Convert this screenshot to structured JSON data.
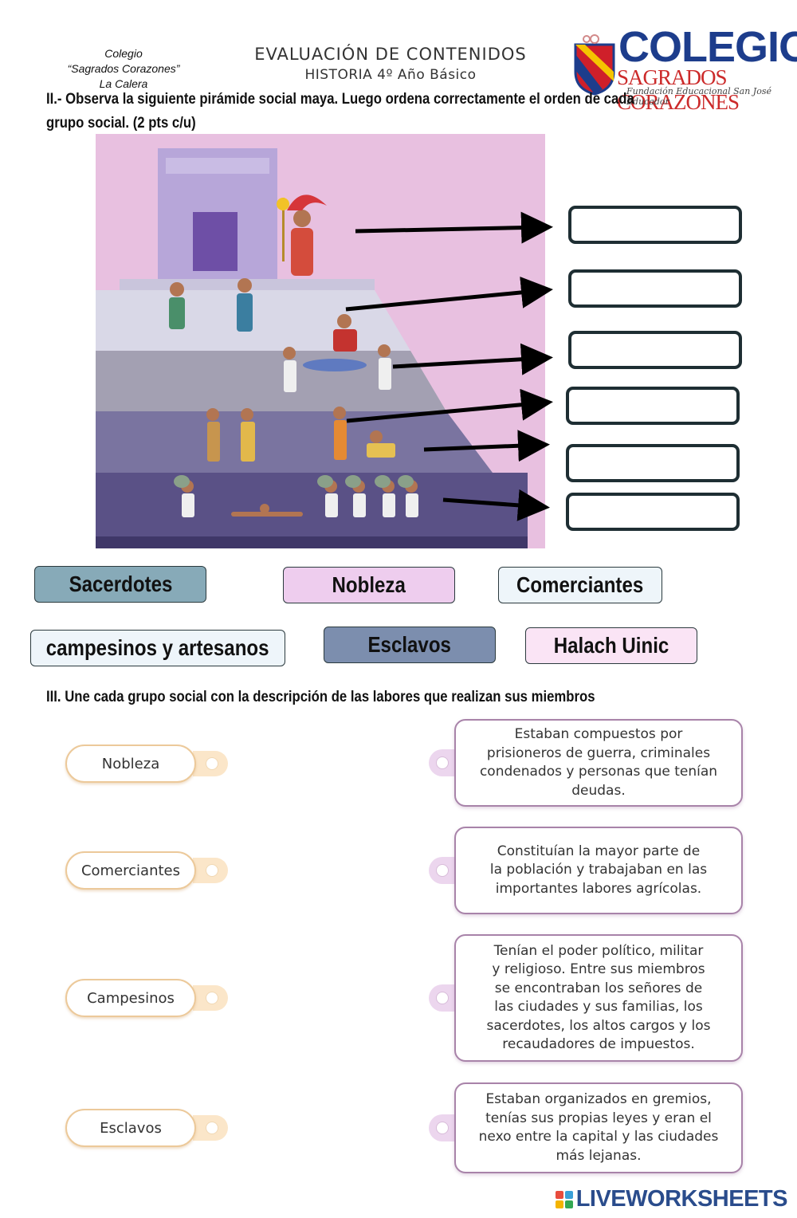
{
  "header": {
    "school_lines": [
      "Colegio",
      "“Sagrados Corazones”",
      "La Calera"
    ],
    "title": "EVALUACIÓN DE CONTENIDOS",
    "subtitle": "HISTORIA 4º Año Básico",
    "logo_word": "COLEGIO",
    "logo_sub": "SAGRADOS CORAZONES",
    "logo_script": "Fundación Educacional San José Educador"
  },
  "section2": {
    "instruction_line1": "II.- Observa la siguiente pirámide social maya. Luego ordena correctamente  el orden de cada",
    "instruction_line2": "grupo social. (2 pts c/u)",
    "answer_slots": [
      "",
      "",
      "",
      "",
      "",
      ""
    ],
    "word_bank": [
      {
        "label": "Sacerdotes",
        "color": "#87aab8"
      },
      {
        "label": "Nobleza",
        "color": "#eecdee"
      },
      {
        "label": "Comerciantes",
        "color": "#eef5fa"
      },
      {
        "label": "campesinos y artesanos",
        "color": "#eef5fa"
      },
      {
        "label": "Esclavos",
        "color": "#7c8eae"
      },
      {
        "label": "Halach Uinic",
        "color": "#fae4f5"
      }
    ]
  },
  "section3": {
    "instruction": "III. Une cada grupo social con la descripción de las labores que realizan sus miembros",
    "groups": [
      "Nobleza",
      "Comerciantes",
      "Campesinos",
      "Esclavos"
    ],
    "descriptions": [
      "Estaban compuestos por\nprisioneros de guerra, criminales\ncondenados y personas que tenían\ndeudas.",
      "Constituían la mayor parte de\nla población y trabajaban en las\nimportantes labores agrícolas.",
      "Tenían el poder político, militar\ny religioso. Entre sus miembros\nse encontraban los señores de\nlas ciudades y sus familias, los\nsacerdotes, los altos cargos y los\nrecaudadores de impuestos.",
      "Estaban organizados en gremios,\ntenías sus propias leyes y eran el\nnexo entre la capital y las ciudades\nmás lejanas."
    ]
  },
  "footer": {
    "brand": "LIVEWORKSHEETS"
  },
  "colors": {
    "pyramid_bg": "#e8c0e0",
    "tier1": "#b7a6d9",
    "tier2": "#d9d8e7",
    "tier3": "#a3a0b2",
    "tier4": "#7a74a0",
    "tier5": "#5a5186",
    "box_border": "#1e2e33"
  }
}
